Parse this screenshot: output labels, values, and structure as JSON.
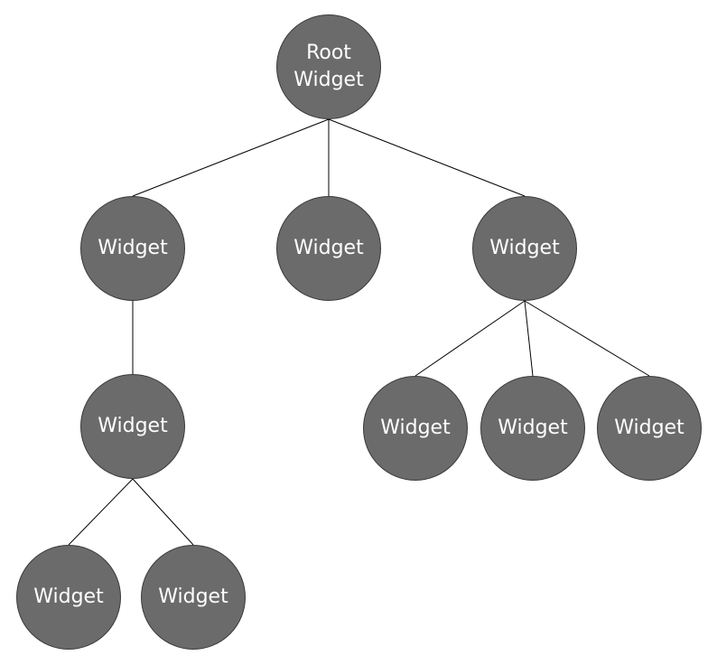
{
  "colors": {
    "node_fill": "#6b6b6b",
    "node_stroke": "#3a3a3a",
    "node_text": "#ffffff",
    "edge": "#000000"
  },
  "nodes": {
    "root": {
      "label": "Root\nWidget"
    },
    "l1a": {
      "label": "Widget"
    },
    "l1b": {
      "label": "Widget"
    },
    "l1c": {
      "label": "Widget"
    },
    "l2a": {
      "label": "Widget"
    },
    "l2b": {
      "label": "Widget"
    },
    "l2c": {
      "label": "Widget"
    },
    "l2d": {
      "label": "Widget"
    },
    "l3a": {
      "label": "Widget"
    },
    "l3b": {
      "label": "Widget"
    }
  },
  "edges": [
    {
      "from": "root",
      "to": "l1a"
    },
    {
      "from": "root",
      "to": "l1b"
    },
    {
      "from": "root",
      "to": "l1c"
    },
    {
      "from": "l1a",
      "to": "l2a"
    },
    {
      "from": "l1c",
      "to": "l2b"
    },
    {
      "from": "l1c",
      "to": "l2c"
    },
    {
      "from": "l1c",
      "to": "l2d"
    },
    {
      "from": "l2a",
      "to": "l3a"
    },
    {
      "from": "l2a",
      "to": "l3b"
    }
  ]
}
